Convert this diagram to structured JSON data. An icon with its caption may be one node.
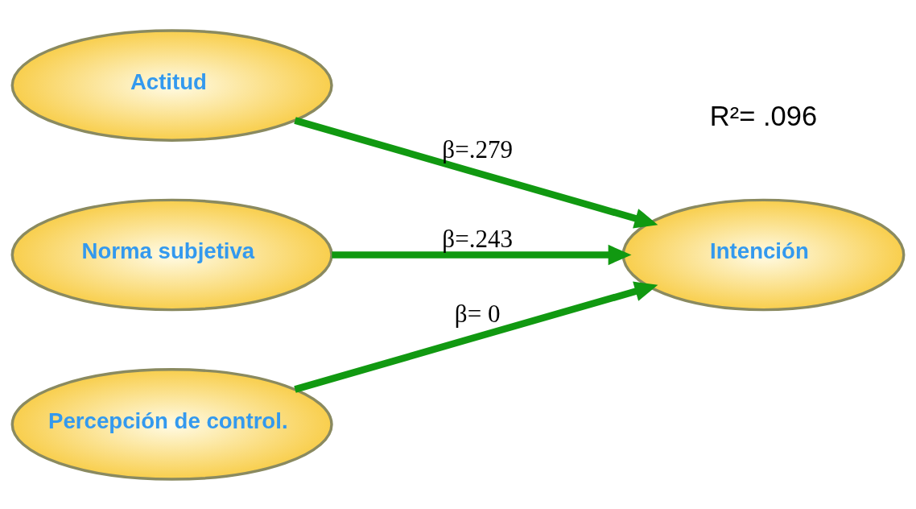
{
  "diagram": {
    "nodes": [
      {
        "text": [
          "Actitud"
        ]
      },
      {
        "text": [
          "Norma subjetiva"
        ]
      },
      {
        "text": [
          "Percepción de control."
        ]
      },
      {
        "text": [
          "Intención"
        ],
        "beside": [
          "R²= .096"
        ]
      }
    ],
    "edges": [
      {
        "from": 0,
        "to": 3,
        "arrow": "to",
        "label": "β=.279"
      },
      {
        "from": 1,
        "to": 3,
        "arrow": "to",
        "label": "β=.243"
      },
      {
        "from": 2,
        "to": 3,
        "arrow": "to",
        "label": "β= 0"
      }
    ]
  }
}
